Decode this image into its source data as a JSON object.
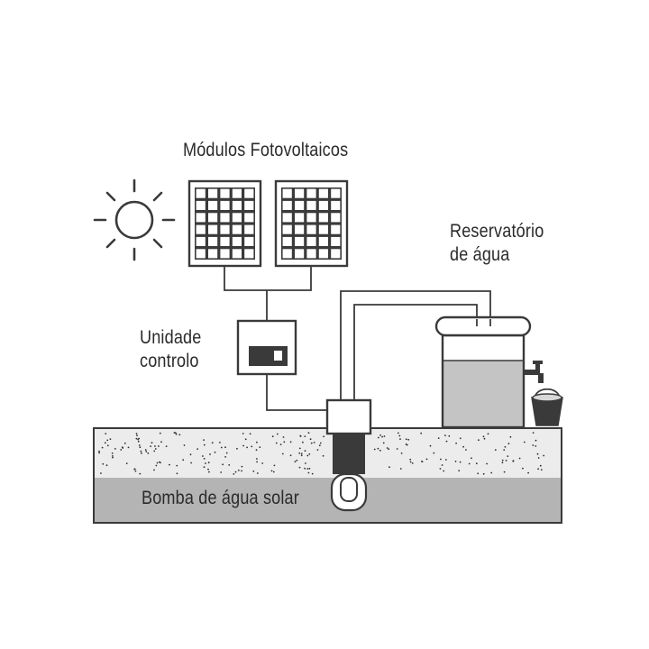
{
  "labels": {
    "panels": "Módulos Fotovoltaicos",
    "reservoir_line1": "Reservatório",
    "reservoir_line2": "de água",
    "controller_line1": "Unidade",
    "controller_line2": "controlo",
    "pump": "Bomba de água solar"
  },
  "colors": {
    "line": "#3a3a3a",
    "ground": "#ececec",
    "water_table": "#b4b4b4",
    "water": "#c4c4c4",
    "dots": "#2e2e2e"
  },
  "icons": [
    "sun-icon",
    "solar-panel-icon",
    "controller-icon",
    "pump-icon",
    "tank-icon",
    "faucet-icon",
    "bucket-icon"
  ]
}
